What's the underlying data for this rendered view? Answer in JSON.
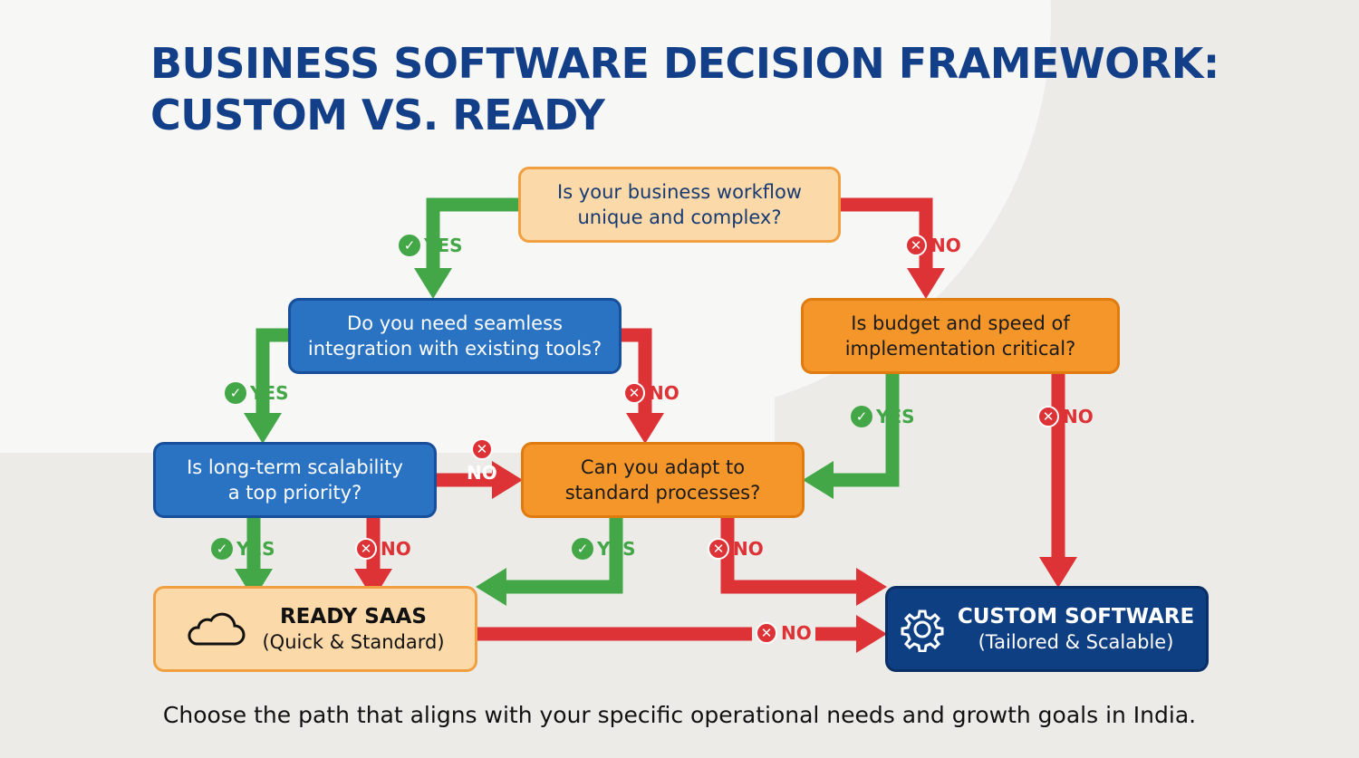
{
  "title": {
    "line1": "BUSINESS SOFTWARE DECISION FRAMEWORK:",
    "line2": "CUSTOM VS. READY"
  },
  "nodes": {
    "q1": {
      "line1": "Is your business workflow",
      "line2": "unique and complex?"
    },
    "q2": {
      "line1": "Do you need seamless",
      "line2": "integration with existing tools?"
    },
    "q3": {
      "line1": "Is budget and speed of",
      "line2": "implementation critical?"
    },
    "q4": {
      "line1": "Is long-term scalability",
      "line2": "a top priority?"
    },
    "q5": {
      "line1": "Can you adapt to",
      "line2": "standard processes?"
    },
    "ready": {
      "title": "READY SAAS",
      "subtitle": "(Quick & Standard)",
      "icon": "cloud-icon"
    },
    "custom": {
      "title": "CUSTOM SOFTWARE",
      "subtitle": "(Tailored & Scalable)",
      "icon": "gear-icon"
    }
  },
  "labels": {
    "yes": "YES",
    "no": "NO"
  },
  "colors": {
    "yes": "#43a748",
    "no": "#dd3236",
    "navy": "#123f87"
  },
  "footer": "Choose the path that aligns with your specific operational needs and growth goals in India."
}
